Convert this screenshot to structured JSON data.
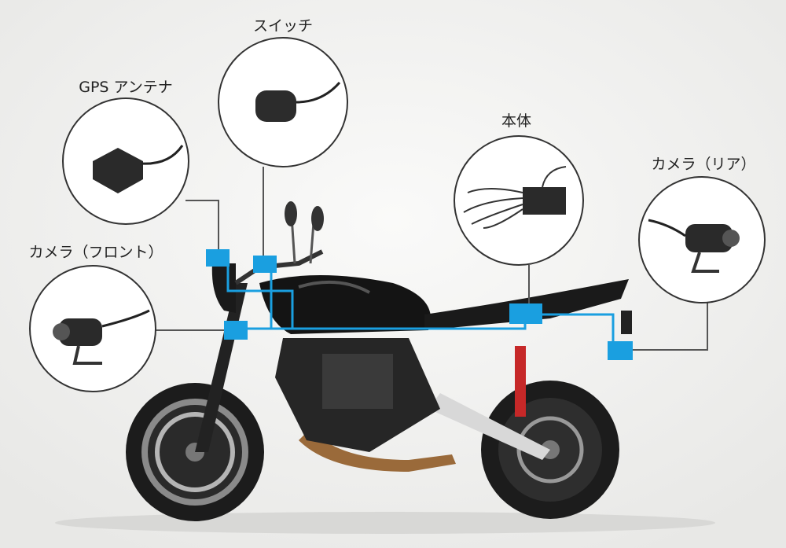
{
  "labels": {
    "switch": "スイッチ",
    "gps": "GPS アンテナ",
    "front_camera": "カメラ（フロント）",
    "main_unit": "本体",
    "rear_camera": "カメラ（リア）"
  },
  "colors": {
    "wiring": "#1a9fe0",
    "leader": "#555555",
    "background": "#f4f4f2"
  }
}
